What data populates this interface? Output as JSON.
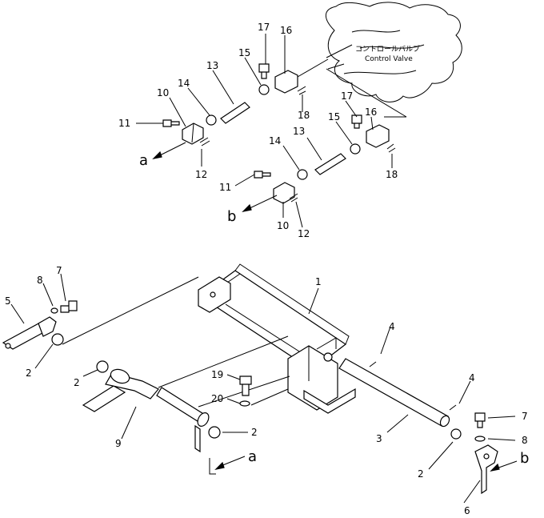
{
  "control_valve": {
    "label_jp": "コントロールバルブ",
    "label_en": "Control Valve"
  },
  "part_numbers": {
    "p1": "1",
    "p2a": "2",
    "p2b": "2",
    "p2c": "2",
    "p2d": "2",
    "p3": "3",
    "p4a": "4",
    "p4b": "4",
    "p5": "5",
    "p6": "6",
    "p7a": "7",
    "p7b": "7",
    "p8a": "8",
    "p8b": "8",
    "p9": "9",
    "p10a": "10",
    "p10b": "10",
    "p11a": "11",
    "p11b": "11",
    "p12a": "12",
    "p12b": "12",
    "p13a": "13",
    "p13b": "13",
    "p14a": "14",
    "p14b": "14",
    "p15a": "15",
    "p15b": "15",
    "p16a": "16",
    "p16b": "16",
    "p17a": "17",
    "p17b": "17",
    "p18a": "18",
    "p18b": "18",
    "p19": "19",
    "p20": "20"
  },
  "connectors": {
    "a_top": "a",
    "b_top": "b",
    "a_bottom": "a",
    "b_bottom": "b"
  }
}
